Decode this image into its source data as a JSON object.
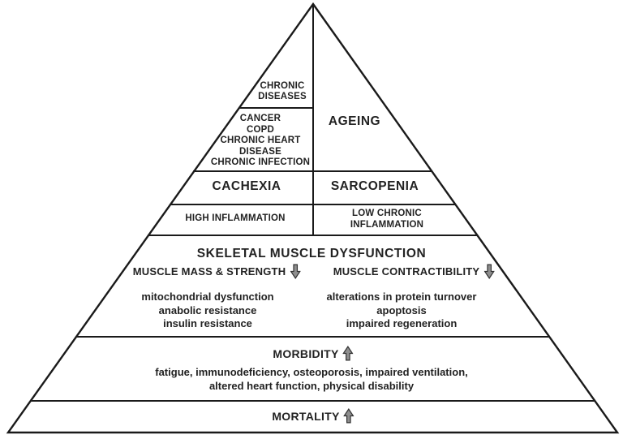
{
  "diagram": {
    "title": "cachexia-sarcopenia muscle dysfunction pyramid",
    "colors": {
      "background": "#ffffff",
      "line": "#1a1a1a",
      "text": "#222222",
      "arrow_fill": "#8f8f8f",
      "arrow_stroke": "#333333"
    }
  },
  "levels": {
    "chronic_diseases": {
      "lines": [
        "CHRONIC",
        "DISEASES"
      ]
    },
    "disease_list": {
      "lines": [
        "CANCER",
        "COPD",
        "CHRONIC HEART",
        "DISEASE",
        "CHRONIC INFECTION"
      ]
    },
    "ageing": {
      "label": "AGEING"
    },
    "cachexia": {
      "label": "CACHEXIA"
    },
    "sarcopenia": {
      "label": "SARCOPENIA"
    },
    "high_inflammation": {
      "label": "HIGH INFLAMMATION"
    },
    "low_chronic_inflammation": {
      "lines": [
        "LOW CHRONIC",
        "INFLAMMATION"
      ]
    },
    "skeletal_muscle_dysfunction": {
      "label": "SKELETAL MUSCLE DYSFUNCTION"
    },
    "muscle_mass_strength": {
      "label": "MUSCLE MASS & STRENGTH",
      "arrow": "down"
    },
    "muscle_contractibility": {
      "label": "MUSCLE CONTRACTIBILITY",
      "arrow": "down"
    },
    "mass_mechanisms": {
      "lines": [
        "mitochondrial dysfunction",
        "anabolic resistance",
        "insulin resistance"
      ]
    },
    "contractibility_mechanisms": {
      "lines": [
        "alterations in protein turnover",
        "apoptosis",
        "impaired regeneration"
      ]
    },
    "morbidity": {
      "label": "MORBIDITY",
      "arrow": "up",
      "details": [
        "fatigue, immunodeficiency, osteoporosis, impaired ventilation,",
        "altered heart function, physical disability"
      ]
    },
    "mortality": {
      "label": "MORTALITY",
      "arrow": "up"
    }
  }
}
